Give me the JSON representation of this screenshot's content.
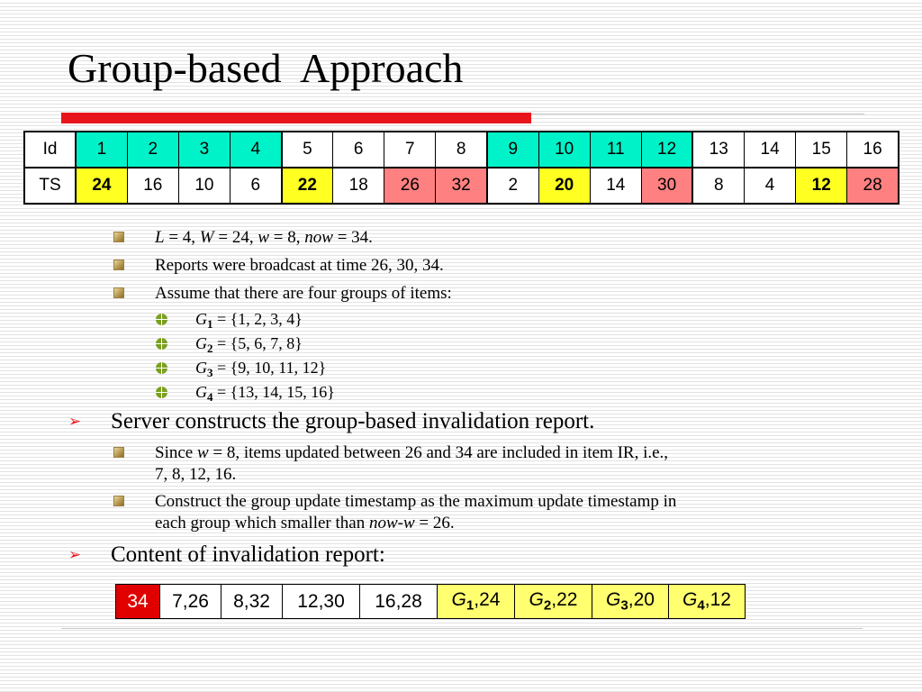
{
  "slide": {
    "title": "Group-based  Approach",
    "colors": {
      "title_bar": "#e8161c",
      "cyan": "#00f2c8",
      "yellow": "#ffff22",
      "pink": "#ff8080",
      "ir_red": "#e00000",
      "ir_group": "#ffff70"
    },
    "timestamp_table": {
      "row_labels": [
        "Id",
        "TS"
      ],
      "items": [
        {
          "id": "1",
          "ts": "24",
          "id_color": "cyan",
          "ts_color": "yellow"
        },
        {
          "id": "2",
          "ts": "16",
          "id_color": "cyan",
          "ts_color": "none"
        },
        {
          "id": "3",
          "ts": "10",
          "id_color": "cyan",
          "ts_color": "none"
        },
        {
          "id": "4",
          "ts": "6",
          "id_color": "cyan",
          "ts_color": "none"
        },
        {
          "id": "5",
          "ts": "22",
          "id_color": "none",
          "ts_color": "yellow"
        },
        {
          "id": "6",
          "ts": "18",
          "id_color": "none",
          "ts_color": "none"
        },
        {
          "id": "7",
          "ts": "26",
          "id_color": "none",
          "ts_color": "pink"
        },
        {
          "id": "8",
          "ts": "32",
          "id_color": "none",
          "ts_color": "pink"
        },
        {
          "id": "9",
          "ts": "2",
          "id_color": "cyan",
          "ts_color": "none"
        },
        {
          "id": "10",
          "ts": "20",
          "id_color": "cyan",
          "ts_color": "yellow"
        },
        {
          "id": "11",
          "ts": "14",
          "id_color": "cyan",
          "ts_color": "none"
        },
        {
          "id": "12",
          "ts": "30",
          "id_color": "cyan",
          "ts_color": "pink"
        },
        {
          "id": "13",
          "ts": "8",
          "id_color": "none",
          "ts_color": "none"
        },
        {
          "id": "14",
          "ts": "4",
          "id_color": "none",
          "ts_color": "none"
        },
        {
          "id": "15",
          "ts": "12",
          "id_color": "none",
          "ts_color": "yellow"
        },
        {
          "id": "16",
          "ts": "28",
          "id_color": "none",
          "ts_color": "pink"
        }
      ]
    },
    "params": {
      "L": "L",
      "eq_L": " = 4, ",
      "W": "W",
      "eq_W": " = 24, ",
      "w": "w",
      "eq_w": " = 8, ",
      "now": "now",
      "eq_now": " = 34."
    },
    "reports_text": "Reports were broadcast at time 26, 30, 34.",
    "groups_intro": "Assume that there are four groups of items:",
    "groups": [
      {
        "letter": "G",
        "index": "1",
        "members": " = {1, 2, 3, 4}"
      },
      {
        "letter": "G",
        "index": "2",
        "members": " = {5, 6, 7, 8}"
      },
      {
        "letter": "G",
        "index": "3",
        "members": " = {9, 10, 11, 12}"
      },
      {
        "letter": "G",
        "index": "4",
        "members": " = {13, 14, 15, 16}"
      }
    ],
    "server_heading": "Server constructs the group-based invalidation report.",
    "since": {
      "prefix": "Since ",
      "var": "w",
      "rest": " = 8, items updated between 26 and 34 are included in item IR, i.e.,",
      "line2": "7, 8, 12, 16."
    },
    "construct": {
      "line1": "Construct the group update timestamp as the maximum update timestamp in",
      "line2_prefix": "each group which smaller than ",
      "var1": "now",
      "dash": "-",
      "var2": "w",
      "line2_suffix": " = 26."
    },
    "content_heading": "Content of invalidation report:",
    "ir": {
      "cells": [
        "34",
        "7,26",
        "8,32",
        "12,30",
        "16,28"
      ],
      "group_cells": [
        {
          "letter": "G",
          "index": "1",
          "value": ",24"
        },
        {
          "letter": "G",
          "index": "2",
          "value": ",22"
        },
        {
          "letter": "G",
          "index": "3",
          "value": ",20"
        },
        {
          "letter": "G",
          "index": "4",
          "value": ",12"
        }
      ]
    }
  }
}
